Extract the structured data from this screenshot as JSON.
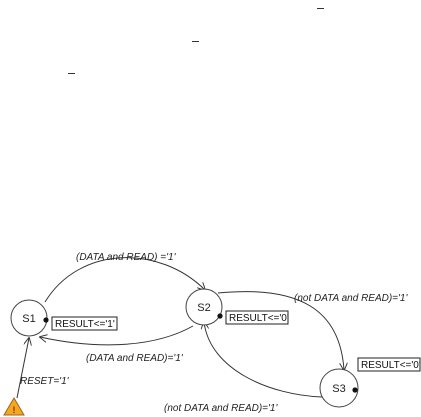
{
  "states": [
    {
      "id": "S1",
      "label": "S1",
      "action": "RESULT<='1'"
    },
    {
      "id": "S2",
      "label": "S2",
      "action": "RESULT<='0'"
    },
    {
      "id": "S3",
      "label": "S3",
      "action": "RESULT<='0'"
    }
  ],
  "transitions": [
    {
      "from": "S1",
      "to": "S2",
      "label": "(DATA and READ) ='1'"
    },
    {
      "from": "S2",
      "to": "S1",
      "label": "(DATA and READ)='1'"
    },
    {
      "from": "S2",
      "to": "S3",
      "label": "(not DATA and READ)='1'"
    },
    {
      "from": "S3",
      "to": "S2",
      "label": "(not DATA and READ)='1'"
    }
  ],
  "reset": {
    "label": "RESET='1'",
    "icon": "warning-reset-icon",
    "color": "#f5a623"
  },
  "marks": {
    "dash": "–"
  }
}
